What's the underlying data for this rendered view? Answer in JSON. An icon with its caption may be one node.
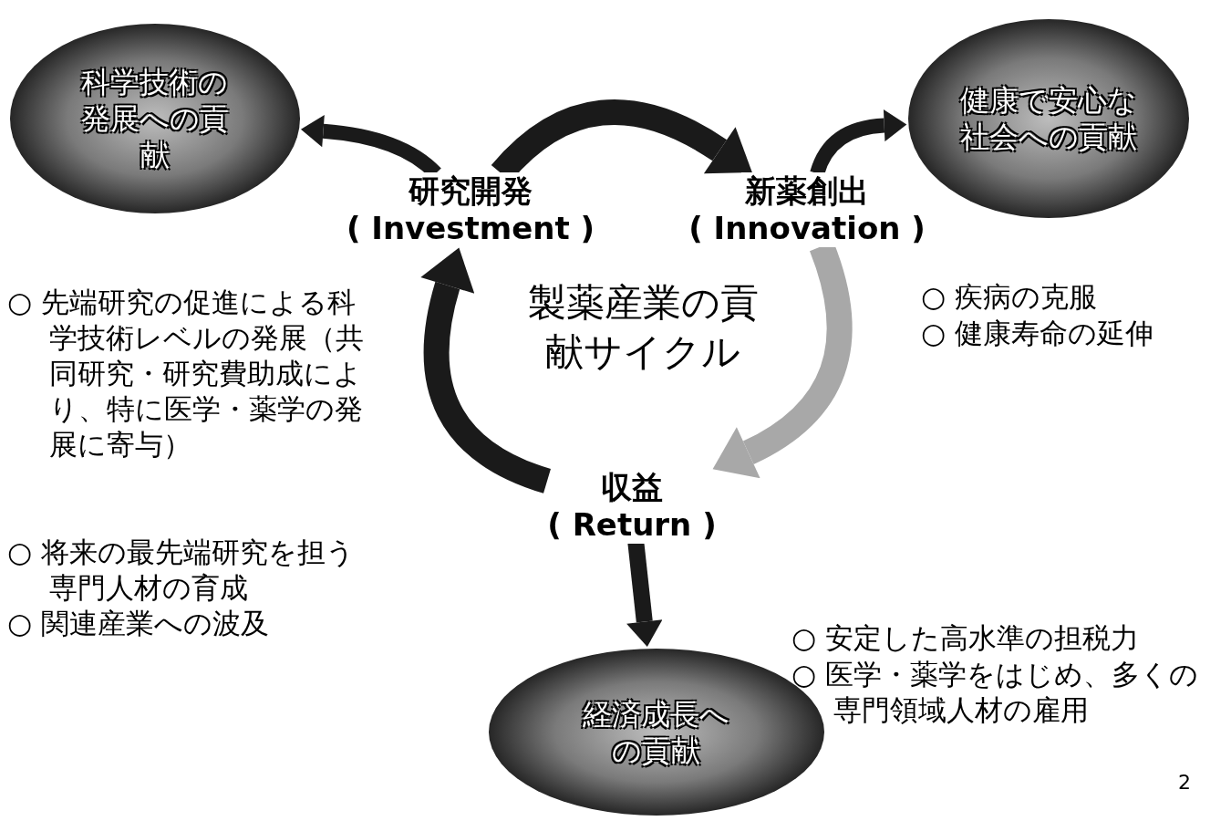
{
  "diagram": {
    "nodes": [
      {
        "text": [
          "科学技術の発展への貢献"
        ]
      },
      {
        "text": [
          "研究開発",
          "( Investment )"
        ]
      },
      {
        "text": [
          "新薬創出",
          "( Innovation )"
        ]
      },
      {
        "text": [
          "健康で安心な社会への貢献"
        ]
      },
      {
        "text": [
          "収益",
          "( Return )"
        ]
      },
      {
        "text": [
          "経済成長への貢献"
        ]
      }
    ],
    "edges": [
      {
        "from": 1,
        "to": 2,
        "arrow": "to"
      },
      {
        "from": 2,
        "to": 4,
        "arrow": "to",
        "color": "#a8a8a8"
      },
      {
        "from": 4,
        "to": 1,
        "arrow": "to"
      },
      {
        "from": 1,
        "to": 0,
        "arrow": "to"
      },
      {
        "from": 2,
        "to": 3,
        "arrow": "to"
      },
      {
        "from": 4,
        "to": 5,
        "arrow": "to"
      }
    ],
    "labels": [
      "製薬産業の貢献サイクル",
      "○ 先端研究の促進による科学技術レベルの発展（共同研究・研究費助成により、特に医学・薬学の発展に寄与）",
      "○ 将来の最先端研究を担う専門人材の育成",
      "○ 関連産業への波及",
      "○ 疾病の克服",
      "○ 健康寿命の延伸",
      "○ 安定した高水準の担税力",
      "○ 医学・薬学をはじめ、多くの専門領域人材の雇用",
      "2"
    ]
  }
}
